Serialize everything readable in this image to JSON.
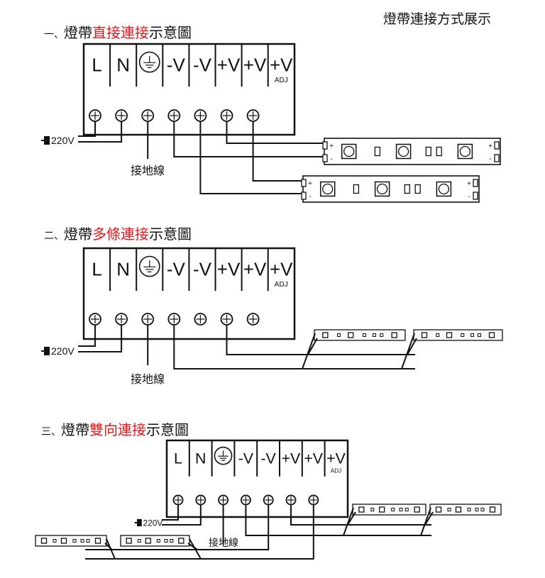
{
  "main_title": "燈帶連接方式展示",
  "colors": {
    "highlight": "#e8161a",
    "line": "#111111"
  },
  "sections": [
    {
      "number": "一、",
      "prefix": "燈帶",
      "highlight": "直接連接",
      "suffix": "示意圖"
    },
    {
      "number": "二、",
      "prefix": "燈帶",
      "highlight": "多條連接",
      "suffix": "示意圖"
    },
    {
      "number": "三、",
      "prefix": "燈帶",
      "highlight": "雙向連接",
      "suffix": "示意圖"
    }
  ],
  "terminal_labels": [
    "L",
    "N",
    "ground-symbol",
    "-V",
    "-V",
    "+V",
    "+V",
    "+V"
  ],
  "adj_label": "ADJ",
  "input_label": "220V",
  "ground_label": "接地線",
  "strip_polarity": {
    "plus": "+",
    "minus": "-"
  }
}
